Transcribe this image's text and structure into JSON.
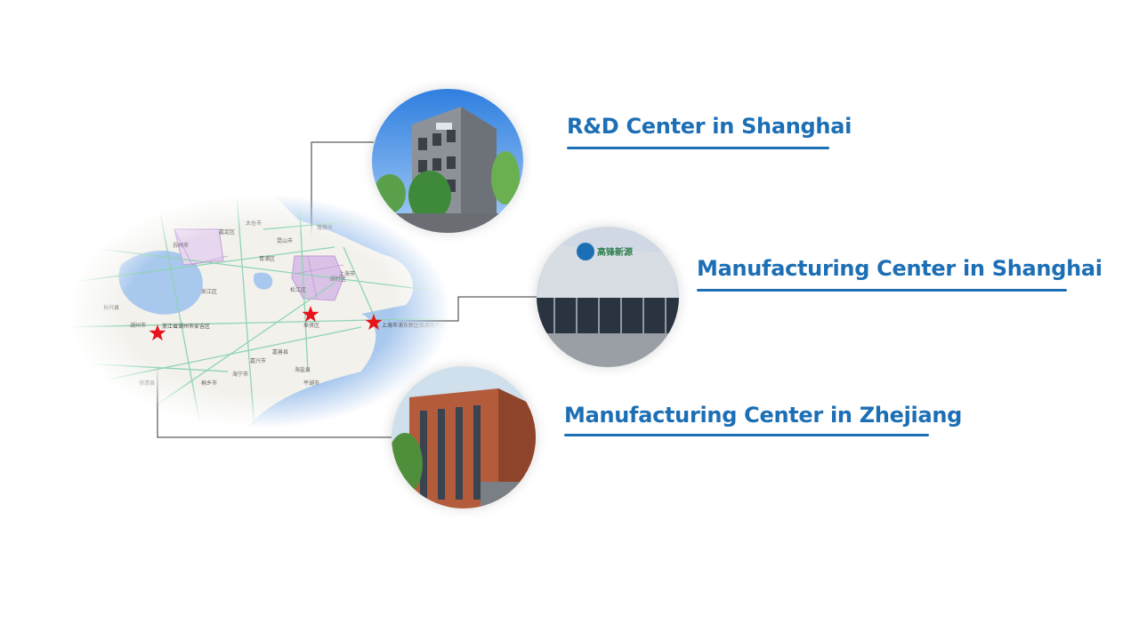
{
  "sites": [
    {
      "title": "R&D Center in Shanghai"
    },
    {
      "title": "Manufacturing Center in Shanghai"
    },
    {
      "title": "Manufacturing Center in Zhejiang"
    }
  ],
  "map": {
    "markers": [
      {
        "name": "marker-zhejiang",
        "label": "浙江省湖州市安吉区"
      },
      {
        "name": "marker-shanghai-rd",
        "label": ""
      },
      {
        "name": "marker-shanghai-mfg",
        "label": "上海市浦东新区临港新片区"
      }
    ],
    "place_labels": [
      "常熟市",
      "太仓市",
      "昆山市",
      "嘉定区",
      "苏州市",
      "吴江区",
      "青浦区",
      "松江区",
      "闵行区",
      "奉贤区",
      "嘉兴市",
      "嘉善县",
      "海盐县",
      "平湖市",
      "湖州市",
      "长兴县",
      "德清县",
      "桐乡市",
      "海宁市",
      "上海市"
    ],
    "colors": {
      "water": "#a9c8ee",
      "land": "#f2f1ec",
      "road": "#8fd3b6",
      "urban": "#c49bd8",
      "star": "#e8141b"
    }
  },
  "photos": [
    {
      "name": "rd-center-photo",
      "sign": ""
    },
    {
      "name": "mfg-shanghai-photo",
      "sign": "高锋新源"
    },
    {
      "name": "mfg-zhejiang-photo",
      "sign": ""
    }
  ],
  "colors": {
    "accent": "#1d6fb5",
    "connector": "#333333"
  }
}
